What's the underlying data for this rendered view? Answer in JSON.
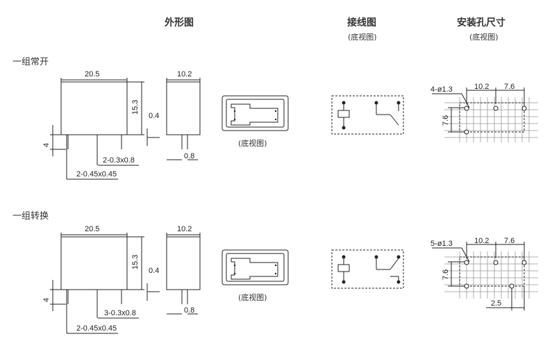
{
  "headers": {
    "outline": "外形图",
    "wiring": "接线图",
    "wiring_sub": "(底视图)",
    "holes": "安装孔尺寸",
    "holes_sub": "(底视图)"
  },
  "rows": [
    {
      "label": "一组常开",
      "dims": {
        "width": "20.5",
        "height": "15.3",
        "depth": "10.2",
        "pin_len": "4",
        "pin_thk": "0.4",
        "pin_pitch": "0.8",
        "pins_a": "2-0.3x0.8",
        "pins_b": "2-0.45x0.45"
      },
      "bottom_caption": "(底视图)",
      "holes": {
        "dia": "4-ø1.3",
        "pitch_a": "10.2",
        "pitch_b": "7.6",
        "pitch_v": "7.6"
      }
    },
    {
      "label": "一组转换",
      "dims": {
        "width": "20.5",
        "height": "15.3",
        "depth": "10.2",
        "pin_len": "4",
        "pin_thk": "0.4",
        "pin_pitch": "0.8",
        "pins_a": "3-0.3x0.8",
        "pins_b": "2-0.45x0.45"
      },
      "bottom_caption": "(底视图)",
      "holes": {
        "dia": "5-ø1.3",
        "pitch_a": "10.2",
        "pitch_b": "7.6",
        "pitch_v": "7.6",
        "offset": "2.5"
      }
    }
  ]
}
